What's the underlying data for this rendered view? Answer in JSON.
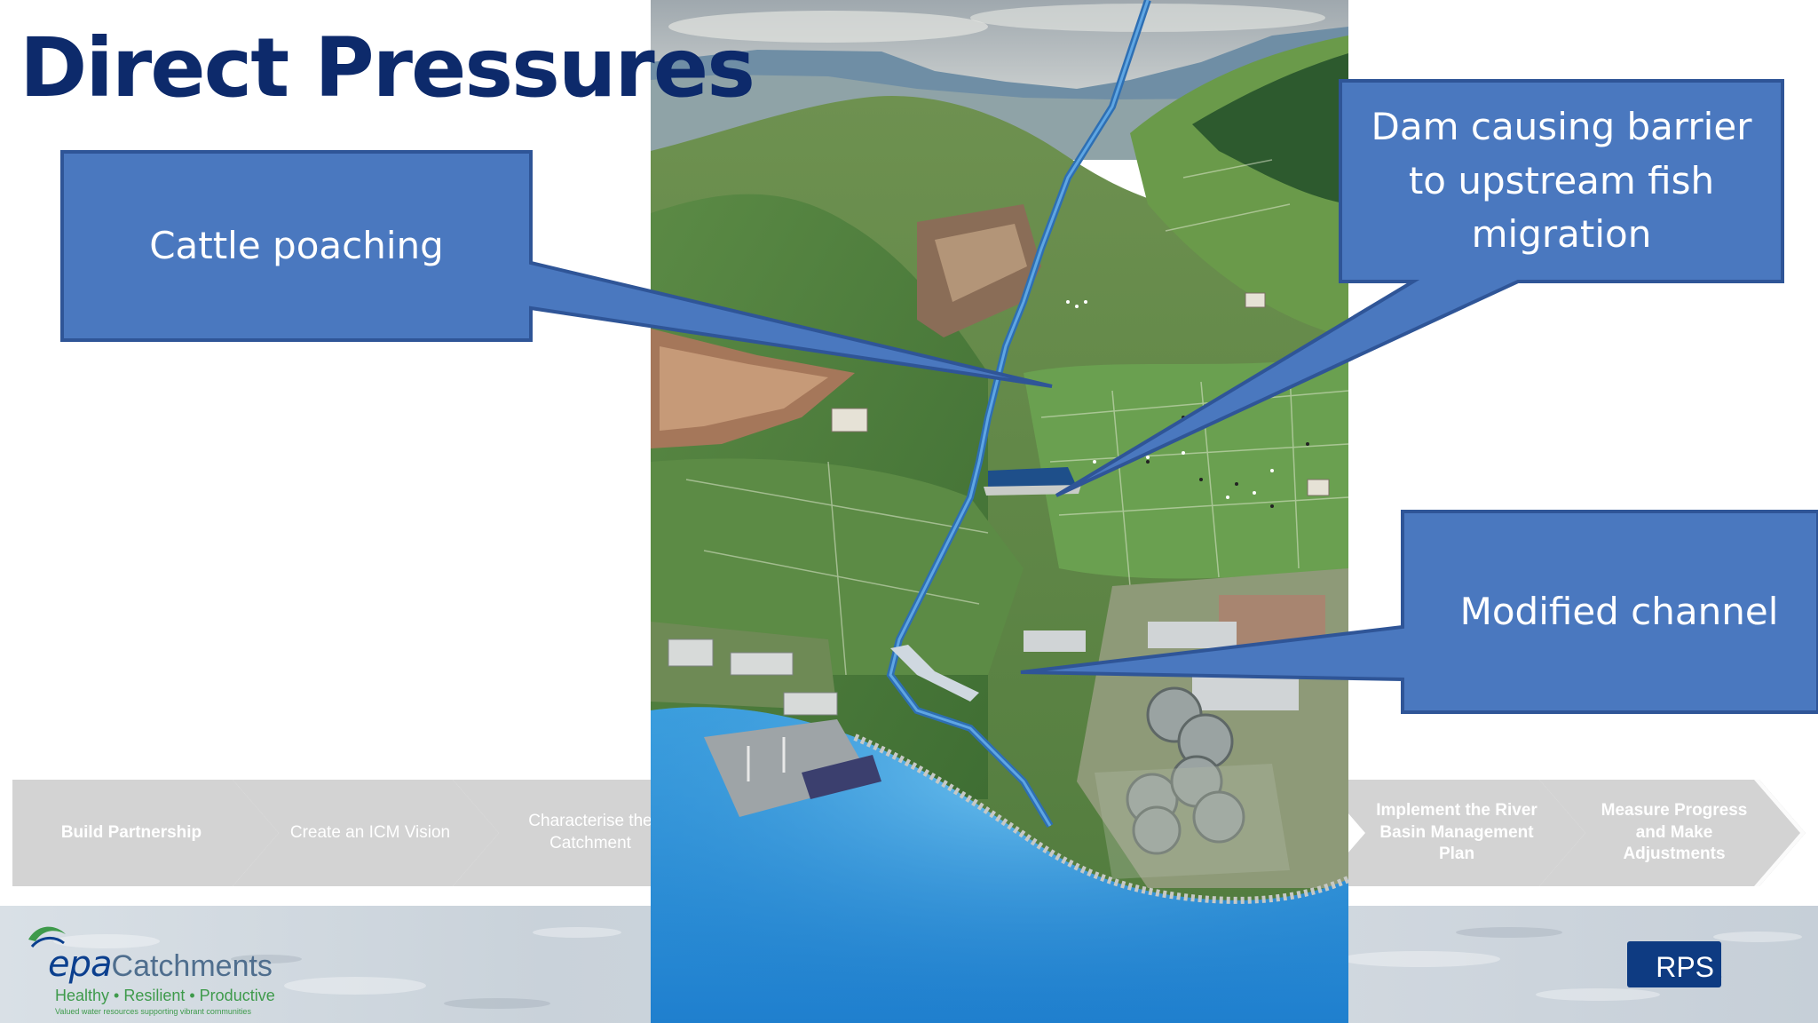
{
  "slide": {
    "title": "Direct Pressures"
  },
  "callouts": {
    "cattle": "Cattle poaching",
    "dam": "Dam causing barrier to upstream fish migration",
    "channel": "Modified channel"
  },
  "process_steps": [
    "Build Partnership",
    "Create an  ICM Vision",
    "Characterise the Catchment",
    "Implement the River Basin Management Plan",
    "Measure Progress and Make Adjustments"
  ],
  "logos": {
    "epa_brand_a": "epa",
    "epa_brand_b": "Catchments",
    "epa_tagline": "Healthy • Resilient • Productive",
    "epa_subline": "Valued water resources supporting vibrant communities",
    "rps": "RPS"
  },
  "colors": {
    "title": "#0d2a6b",
    "callout_fill": "#4a78bf",
    "callout_border": "#2f5597",
    "chevron": "#d3d3d3"
  }
}
